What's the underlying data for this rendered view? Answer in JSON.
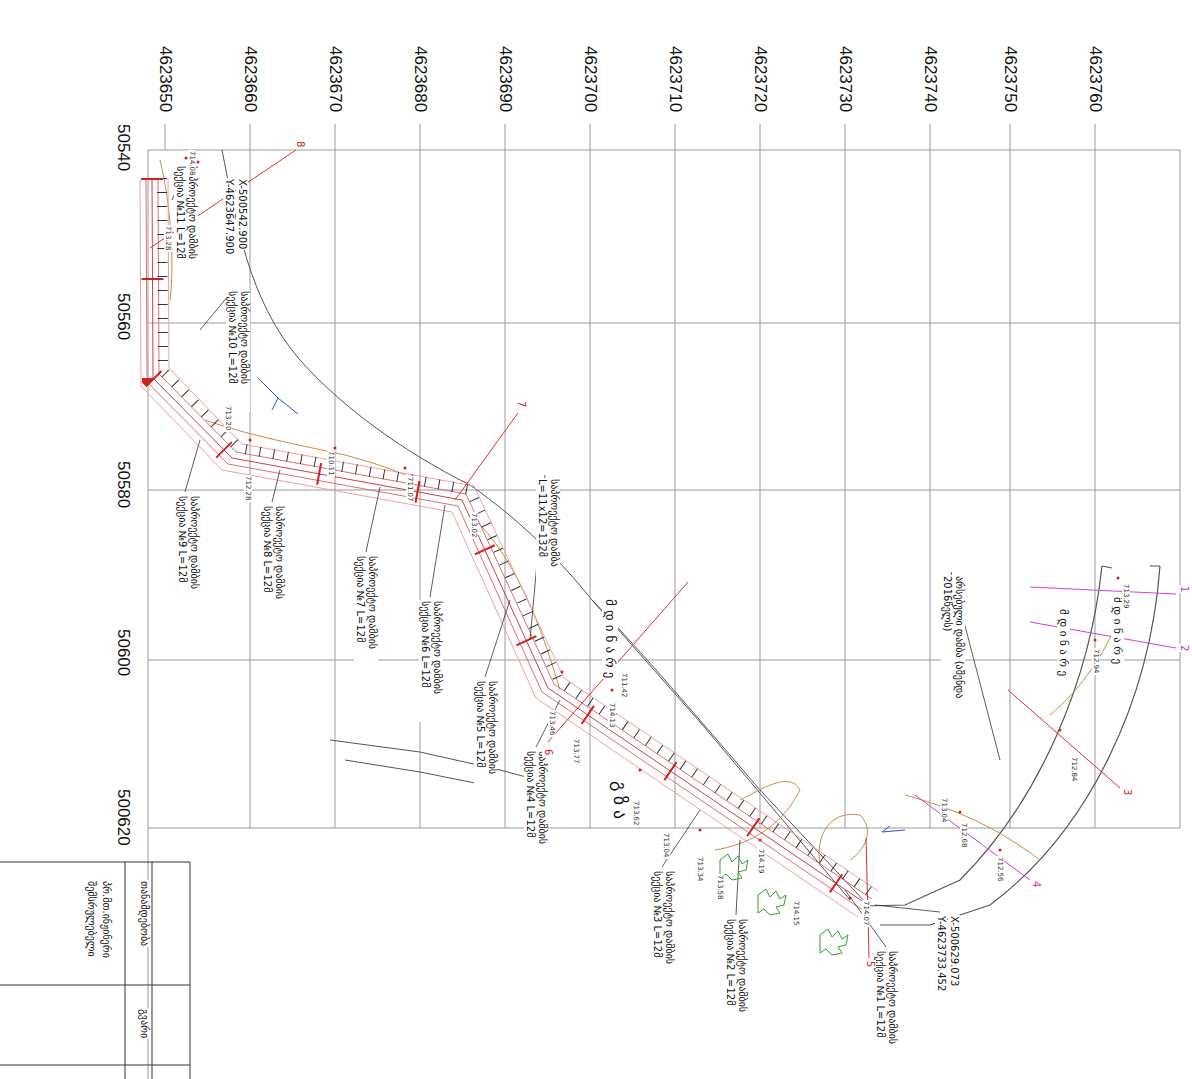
{
  "diagram": {
    "labels": [
      "4623650",
      "4623660",
      "4623670",
      "4623680",
      "4623690",
      "4623700",
      "4623710",
      "4623720",
      "4623730",
      "4623740",
      "4623750",
      "4623760",
      "50540",
      "50560",
      "50580",
      "50600",
      "500620",
      "X-500542.900",
      "Y-4623647.900",
      "საპროექტო დამბის სექცია №11 L=12მ",
      "საპროექტო დამბის სექცია №10 L=12მ",
      "საპროექტო დამბის სექცია №9 L=12მ",
      "საპროექტო დამბის სექცია №8 L=12მ",
      "საპროექტო დამბის სექცია №7 L=12მ",
      "საპროექტო დამბის სექცია №6 L=12მ",
      "საპროექტო დამბის სექცია №5 L=12მ",
      "საპროექტო დამბის სექცია №4 L=12მ",
      "საპროექტო დამბის სექცია №3 L=12მ",
      "საპროექტო დამბის სექცია №2 L=12მ",
      "საპროექტო დამბის სექცია №1 L=12მ",
      "საპროექტო დამბა L=11x12=132მ",
      "არსებული დამბა (აშენდა 2016წელს)",
      "X-500629.073",
      "Y-4623733.452",
      "მ დ ი ნ ა რ ე",
      "გ ზ ა",
      "მ დ ი ნ ა რ ე",
      "მ დ ი ნ ა რ ე",
      "1",
      "2",
      "3",
      "4",
      "5",
      "6",
      "7",
      "8",
      "თანამდებობა",
      "პრ.მთ.ინჟინერი",
      "შემსრულებელი",
      "გვარი",
      "714.08",
      "713.28",
      "713.20",
      "712.28",
      "710.11",
      "711.07",
      "713.02",
      "711.42",
      "714.13",
      "713.46",
      "713.77",
      "713.62",
      "713.04",
      "713.34",
      "713.58",
      "714.19",
      "714.15",
      "714.07",
      "712.68",
      "712.56",
      "713.04",
      "713.29",
      "712.94",
      "712.84"
    ]
  }
}
